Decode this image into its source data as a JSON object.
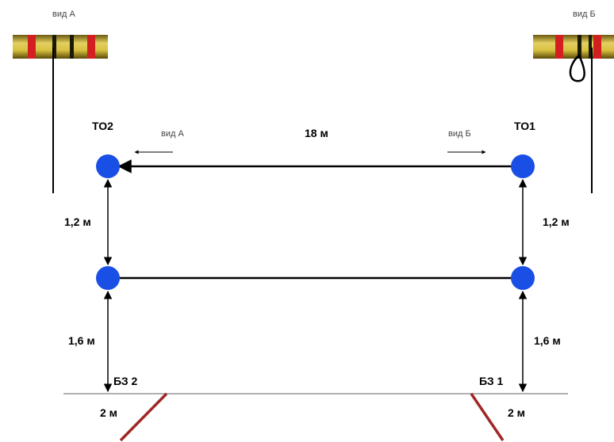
{
  "views": {
    "left_caption": "вид А",
    "right_caption": "вид Б"
  },
  "points": {
    "to2": "ТО2",
    "to1": "ТО1",
    "bz2": "БЗ 2",
    "bz1": "БЗ 1"
  },
  "direction_labels": {
    "left": "вид А",
    "right": "вид Б"
  },
  "dimensions": {
    "span": "18 м",
    "upper_left": "1,2 м",
    "upper_right": "1,2 м",
    "lower_left": "1,6 м",
    "lower_right": "1,6 м",
    "base_left": "2 м",
    "base_right": "2 м"
  },
  "colors": {
    "node": "#1a4fe6",
    "line": "#000000",
    "ground": "#b0b0b0",
    "stay": "#a02626",
    "band_yellow": "#d9c24a",
    "band_dark": "#2a2a10",
    "band_red": "#d21f1f"
  }
}
